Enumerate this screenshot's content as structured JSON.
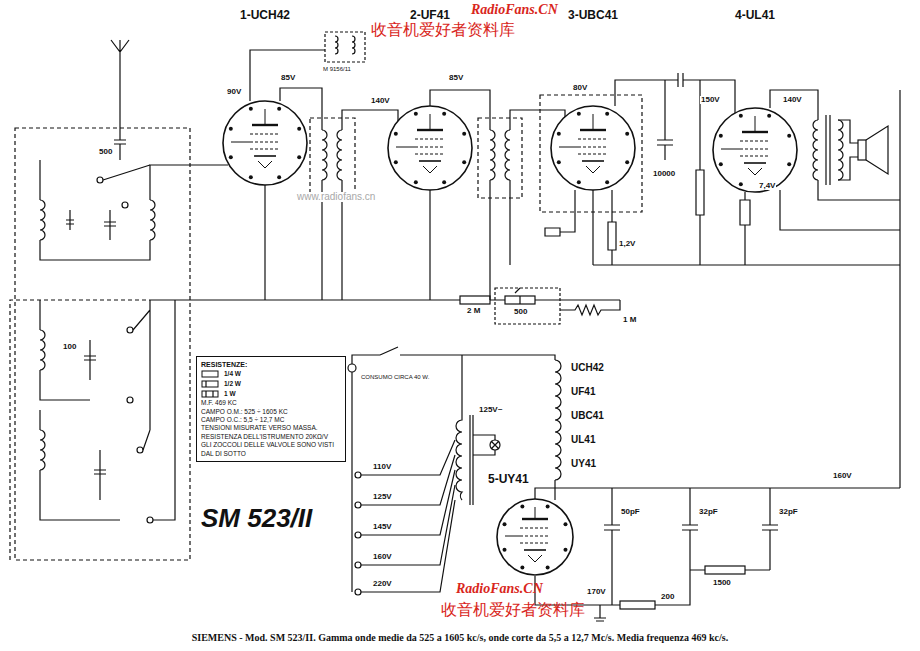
{
  "diagram": {
    "caption": "SIEMENS - Mod. SM 523/II. Gamma onde medie da 525 a 1605 kc/s, onde corte da 5,5 a 12,7 Mc/s. Media frequenza 469 kc/s.",
    "nodes": [
      {
        "text": [
          "1-UCH42"
        ]
      },
      {
        "text": [
          "2-UF41"
        ]
      },
      {
        "text": [
          "3-UBC41"
        ]
      },
      {
        "text": [
          "4-UL41"
        ]
      },
      {
        "text": [
          "5-UY41"
        ]
      },
      {
        "text": [
          "RESISTENZE:",
          "M.F. 469 KC",
          "CAMPO O.M.: 525 ÷ 1605 KC",
          "CAMPO O.C.: 5,5 ÷ 12,7 MC",
          "TENSIONI MISURATE VERSO MASSA.",
          "RESISTENZA DELL'ISTRUMENTO 20KΩ/V",
          "GLI ZOCCOLI DELLE VALVOLE SONO VISTI DAL DI SOTTO"
        ]
      }
    ],
    "labels": [
      "RadioFans.CN",
      "收音机爱好者资料库",
      "www.radiofans.cn",
      "90V",
      "85V",
      "140V",
      "85V",
      "80V",
      "150V",
      "140V",
      "500",
      "10000",
      "1,2V",
      "7,4V",
      "2 M",
      "500",
      "1 M",
      "M 9156/11",
      "UCH42",
      "UF41",
      "UBC41",
      "UL41",
      "UY41",
      "110V",
      "125V",
      "145V",
      "160V",
      "220V",
      "125V~",
      "50pF",
      "32pF",
      "32pF",
      "1500",
      "200",
      "160V",
      "170V",
      "SM 523/II",
      "CONSUMO CIRCA 40 W.",
      "100",
      "RadioFans.CN",
      "收音机爱好者资料库"
    ],
    "legend": [
      {
        "text": "1/4 W"
      },
      {
        "text": "1/2 W"
      },
      {
        "text": "1 W"
      }
    ]
  }
}
